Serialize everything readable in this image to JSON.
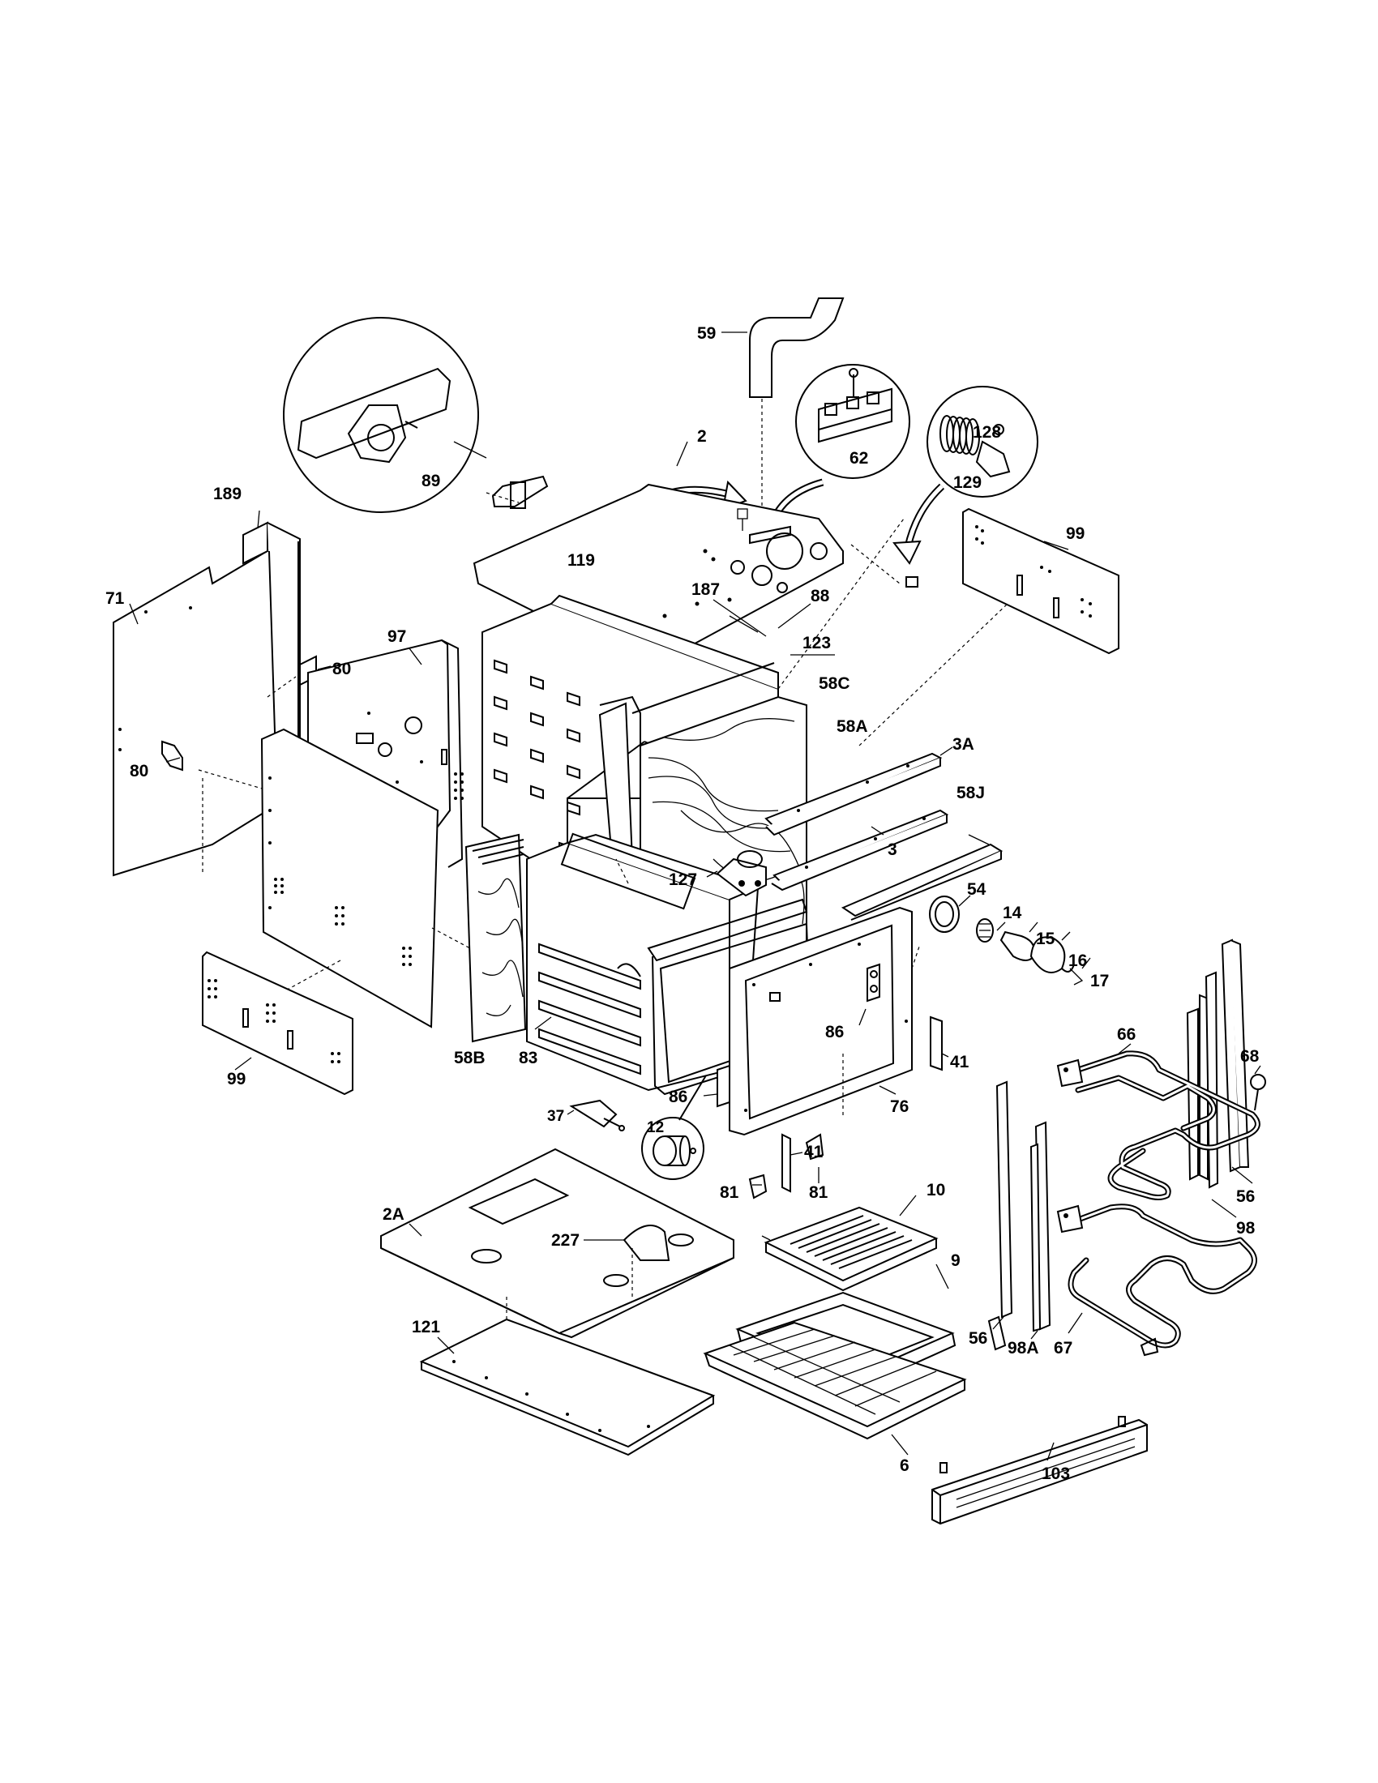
{
  "callouts": [
    "59",
    "2",
    "62",
    "128",
    "129",
    "89",
    "189",
    "119",
    "187",
    "88",
    "99",
    "71",
    "97",
    "80",
    "123",
    "58C",
    "58A",
    "3A",
    "58J",
    "127",
    "3",
    "54",
    "14",
    "15",
    "16",
    "17",
    "58B",
    "83",
    "86",
    "41",
    "66",
    "68",
    "99",
    "37",
    "86",
    "12",
    "76",
    "41",
    "81",
    "81",
    "56",
    "2A",
    "10",
    "227",
    "9",
    "98",
    "121",
    "56",
    "98A",
    "67",
    "6",
    "103",
    "80"
  ]
}
